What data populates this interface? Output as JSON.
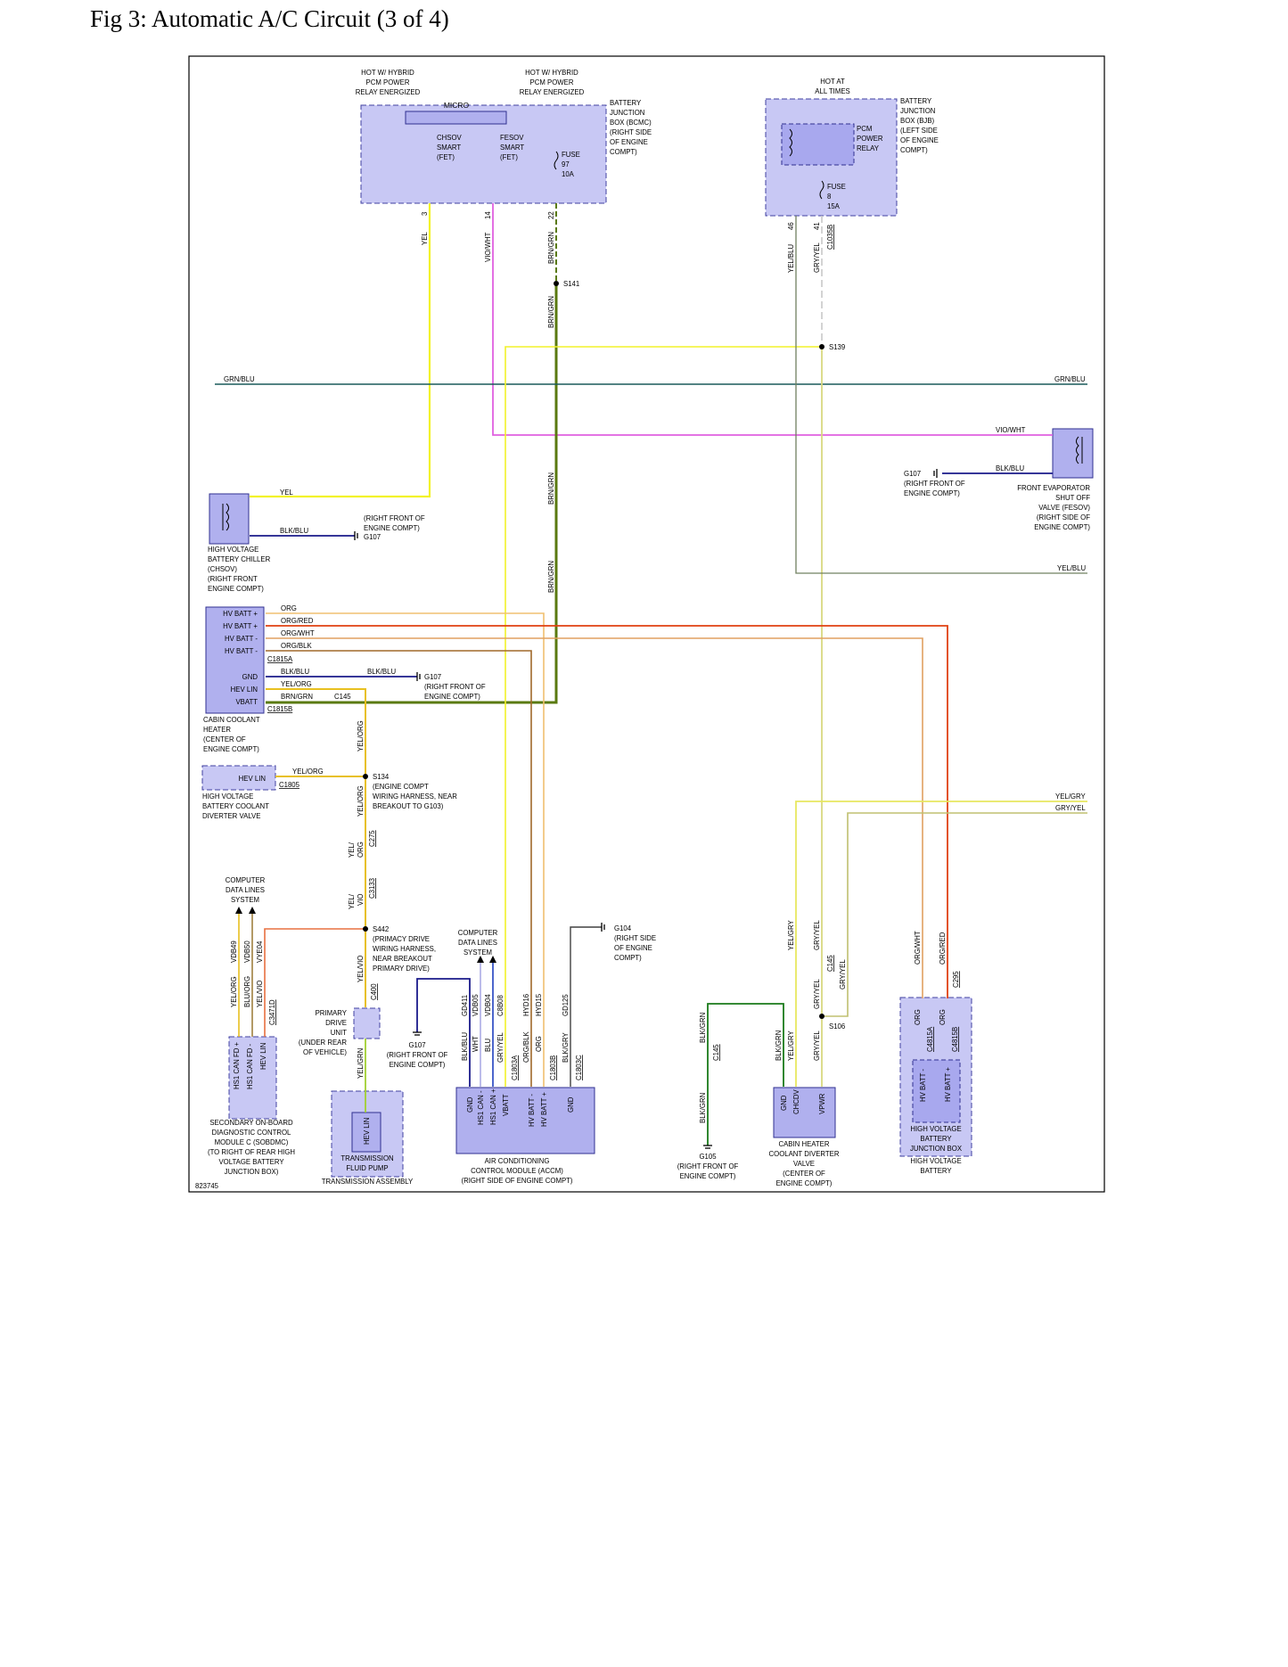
{
  "title": "Fig 3: Automatic A/C Circuit (3 of 4)",
  "diagram_id": "823745",
  "top": {
    "hot_hybrid_1": [
      "HOT W/ HYBRID",
      "PCM POWER",
      "RELAY ENERGIZED"
    ],
    "hot_hybrid_2": [
      "HOT W/ HYBRID",
      "PCM POWER",
      "RELAY ENERGIZED"
    ],
    "hot_all": [
      "HOT AT",
      "ALL TIMES"
    ],
    "micro": "MICRO",
    "chsov_fet": [
      "CHSOV",
      "SMART",
      "(FET)"
    ],
    "fesov_fet": [
      "FESOV",
      "SMART",
      "(FET)"
    ],
    "fuse97": [
      "FUSE",
      "97",
      "10A"
    ],
    "bcmc": [
      "BATTERY",
      "JUNCTION",
      "BOX (BCMC)",
      "(RIGHT SIDE",
      "OF ENGINE",
      "COMPT)"
    ],
    "bjb": [
      "BATTERY",
      "JUNCTION",
      "BOX (BJB)",
      "(LEFT SIDE",
      "OF ENGINE",
      "COMPT)"
    ],
    "pcm_relay": [
      "PCM",
      "POWER",
      "RELAY"
    ],
    "fuse8": [
      "FUSE",
      "8",
      "15A"
    ],
    "pin3": "3",
    "pin14": "14",
    "pin22": "22",
    "pin46": "46",
    "pin41": "41",
    "c1035b": "C1035B"
  },
  "wires": {
    "yel": "YEL",
    "vio_wht": "VIO/WHT",
    "brn_grn": "BRN/GRN",
    "yel_blu": "YEL/BLU",
    "gry_yel": "GRY/YEL",
    "grn_blu": "GRN/BLU",
    "blk_blu": "BLK/BLU",
    "yel_org": "YEL/ORG",
    "yel_gry": "YEL/GRY",
    "org": "ORG",
    "org_red": "ORG/RED",
    "org_wht": "ORG/WHT",
    "org_blk": "ORG/BLK",
    "yel_slash": "YEL/",
    "org_w": "ORG",
    "vio_w": "VIO",
    "yel_vio": "YEL/VIO",
    "yel_grn": "YEL/GRN",
    "blk_grn": "BLK/GRN",
    "blk_gry": "BLK/GRY",
    "gry_yel2": "GRY/YEL",
    "blu_org": "BLU/ORG",
    "wht": "WHT",
    "blu": "BLU",
    "org_blk2": "ORG/BLK",
    "vdb49": "VDB49",
    "vdb50": "VDB50",
    "vye04": "VYE04",
    "gd411": "GD411",
    "vdb05": "VDB05",
    "vdb04": "VDB04",
    "c8b08": "C8B08",
    "hyd16": "HYD16",
    "hyd15": "HYD15",
    "gd125": "GD125"
  },
  "splices": {
    "s141": "S141",
    "s139": "S139",
    "s134": "S134",
    "s442": "S442",
    "s106": "S106"
  },
  "connectors": {
    "c145": "C145",
    "c1815a": "C1815A",
    "c1815b": "C1815B",
    "c1805": "C1805",
    "c275": "C275",
    "c3133": "C3133",
    "c400": "C400",
    "c3471d": "C3471D",
    "c1803a": "C1803A",
    "c1803b": "C1803B",
    "c1803c": "C1803C",
    "c4815a": "C4815A",
    "c4815b": "C4815B",
    "c295": "C295"
  },
  "grounds": {
    "g107_a": [
      "(RIGHT FRONT OF",
      "ENGINE COMPT)",
      "G107"
    ],
    "g107_b": [
      "G107",
      "(RIGHT FRONT OF",
      "ENGINE COMPT)"
    ],
    "g107_c": [
      "G107",
      "(RIGHT FRONT OF",
      "ENGINE COMPT)"
    ],
    "g107_d": [
      "G107",
      "(RIGHT FRONT OF",
      "ENGINE COMPT)"
    ],
    "g104": [
      "G104",
      "(RIGHT SIDE",
      "OF ENGINE",
      "COMPT)"
    ],
    "g105": [
      "G105",
      "(RIGHT FRONT OF",
      "ENGINE COMPT)"
    ]
  },
  "components": {
    "chsov": [
      "HIGH VOLTAGE",
      "BATTERY CHILLER",
      "(CHSOV)",
      "(RIGHT FRONT",
      "ENGINE COMPT)"
    ],
    "fesov": [
      "FRONT EVAPORATOR",
      "SHUT OFF",
      "VALVE (FESOV)",
      "(RIGHT SIDE OF",
      "ENGINE COMPT)"
    ],
    "cch": [
      "CABIN COOLANT",
      "HEATER",
      "(CENTER OF",
      "ENGINE COMPT)"
    ],
    "cch_pins": [
      "HV BATT +",
      "HV BATT +",
      "HV BATT -",
      "HV BATT -",
      "GND",
      "HEV LIN",
      "VBATT"
    ],
    "diverter": [
      "HIGH VOLTAGE",
      "BATTERY COOLANT",
      "DIVERTER VALVE"
    ],
    "hev_lin": "HEV LIN",
    "s134_loc": [
      "(ENGINE COMPT",
      "WIRING HARNESS, NEAR",
      "BREAKOUT TO G103)"
    ],
    "s442_loc": [
      "(PRIMACY DRIVE",
      "WIRING HARNESS,",
      "NEAR BREAKOUT",
      "PRIMARY DRIVE)"
    ],
    "cdl_1": [
      "COMPUTER",
      "DATA LINES",
      "SYSTEM"
    ],
    "cdl_2": [
      "COMPUTER",
      "DATA LINES",
      "SYSTEM"
    ],
    "sobdmc": [
      "SECONDARY ON-BOARD",
      "DIAGNOSTIC CONTROL",
      "MODULE C (SOBDMC)",
      "(TO RIGHT OF REAR HIGH",
      "VOLTAGE BATTERY",
      "JUNCTION BOX)"
    ],
    "sobdmc_pins": [
      "HS1 CAN FD +",
      "HS1 CAN FD -",
      "HEV LIN"
    ],
    "pdu": [
      "PRIMARY",
      "DRIVE",
      "UNIT",
      "(UNDER REAR",
      "OF VEHICLE)"
    ],
    "tfp": [
      "TRANSMISSION",
      "FLUID PUMP"
    ],
    "trans_asm": "TRANSMISSION ASSEMBLY",
    "accm": [
      "AIR CONDITIONING",
      "CONTROL MODULE (ACCM)",
      "(RIGHT SIDE OF ENGINE COMPT)"
    ],
    "accm_pins": [
      "GND",
      "HS1 CAN -",
      "HS1 CAN +",
      "VBATT",
      "HV BATT -",
      "HV BATT +",
      "GND"
    ],
    "chcdv": [
      "CABIN HEATER",
      "COOLANT DIVERTER",
      "VALVE",
      "(CENTER OF",
      "ENGINE COMPT)"
    ],
    "chcdv_pins": [
      "GND",
      "CHCDV",
      "VPWR"
    ],
    "hvbjb": [
      "HIGH VOLTAGE",
      "BATTERY",
      "JUNCTION BOX"
    ],
    "hvb": [
      "HIGH VOLTAGE",
      "BATTERY"
    ],
    "hvbjb_pins": [
      "HV BATT -",
      "HV BATT +"
    ]
  },
  "colors": {
    "yel": "#f2f22a",
    "vio_wht": "#e060e0",
    "brn_grn": "#5a7a10",
    "grn_blu": "#1a5a5a",
    "blk_blu": "#1a1a8a",
    "org": "#f0a040",
    "org_red": "#e04010",
    "org_wht": "#e0a060",
    "org_blk": "#a0682a",
    "brn": "#8a6a2a",
    "yel_gry": "#d8d860",
    "gry_yel": "#c0c070",
    "blk_grn": "#1a7a1a",
    "wire_gray": "#b0b0b0",
    "box_fill": "#c8c8f4"
  }
}
